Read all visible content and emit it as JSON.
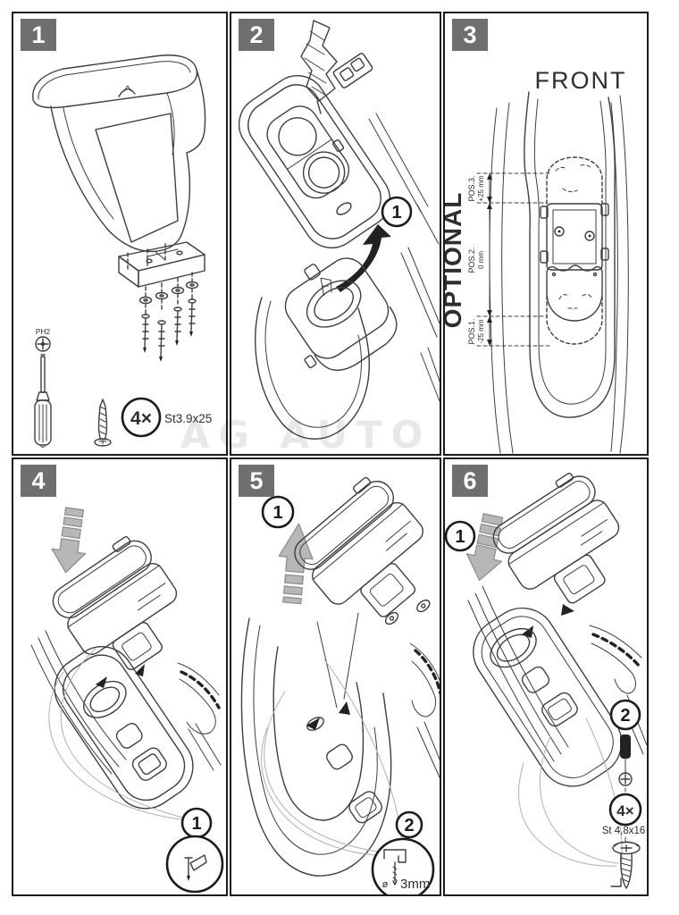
{
  "watermark": "AG AUTO",
  "colors": {
    "panel_number_bg": "#6f6f6f",
    "line_art": "#3e3e3e",
    "gray_arrow": "#b7b7b7",
    "watermark": "#e9e8e8"
  },
  "panels": {
    "p1": {
      "number": "1",
      "ph2_label": "PH2",
      "screw_qty": "4×",
      "screw_spec": "St3.9x25"
    },
    "p2": {
      "number": "2",
      "step1": "1"
    },
    "p3": {
      "number": "3",
      "front_label": "FRONT",
      "optional_label": "OPTIONAL",
      "pos3_name": "POS.3.",
      "pos3_value": "+25 mm",
      "pos2_name": "POS.2.",
      "pos2_value": "0 mm",
      "pos1_name": "POS.1.",
      "pos1_value": "-25 mm"
    },
    "p4": {
      "number": "4",
      "step1": "1"
    },
    "p5": {
      "number": "5",
      "step1": "1",
      "step2": "2",
      "drill_diameter": "ø",
      "drill_size": "3mm"
    },
    "p6": {
      "number": "6",
      "step1": "1",
      "step2": "2",
      "screw_qty": "4×",
      "screw_spec": "St 4,8x16"
    }
  }
}
